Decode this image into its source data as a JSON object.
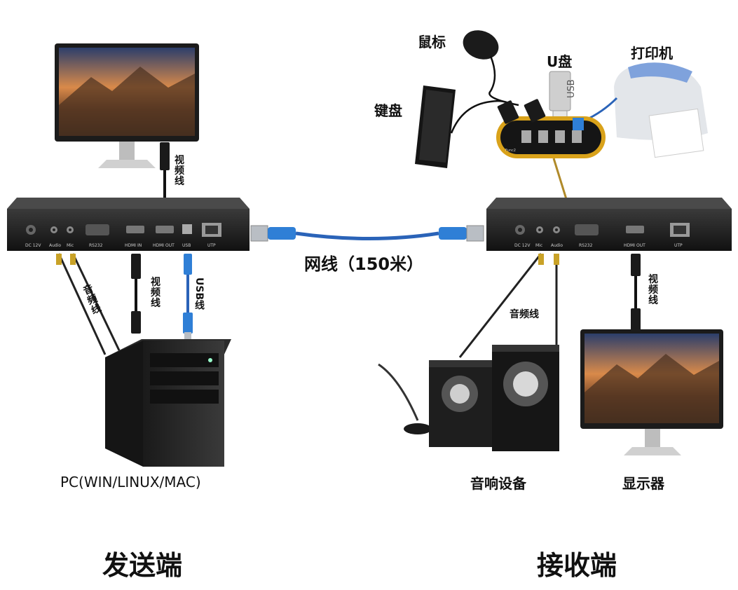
{
  "network_label": "网线（150米）",
  "sender": {
    "title": "发送端",
    "pc_label": "PC(WIN/LINUX/MAC)",
    "video_cable_top": "视频线",
    "video_cable_bottom": "视频线",
    "audio_cable": "音频线",
    "usb_cable": "USB线",
    "ports": [
      "DC 12V",
      "Audio",
      "Mic",
      "RS232",
      "HDMI IN",
      "HDMI OUT",
      "USB",
      "UTP"
    ]
  },
  "receiver": {
    "title": "接收端",
    "mouse_label": "鼠标",
    "keyboard_label": "键盘",
    "udisk_label": "U盘",
    "printer_label": "打印机",
    "speaker_label": "音响设备",
    "monitor_label": "显示器",
    "video_cable": "视频线",
    "audio_cable": "音频线",
    "usb_stick_text": "USB",
    "hub_label": "Func2",
    "ports": [
      "DC 12V",
      "Mic",
      "Audio",
      "RS232",
      "HDMI OUT",
      "UTP"
    ]
  }
}
